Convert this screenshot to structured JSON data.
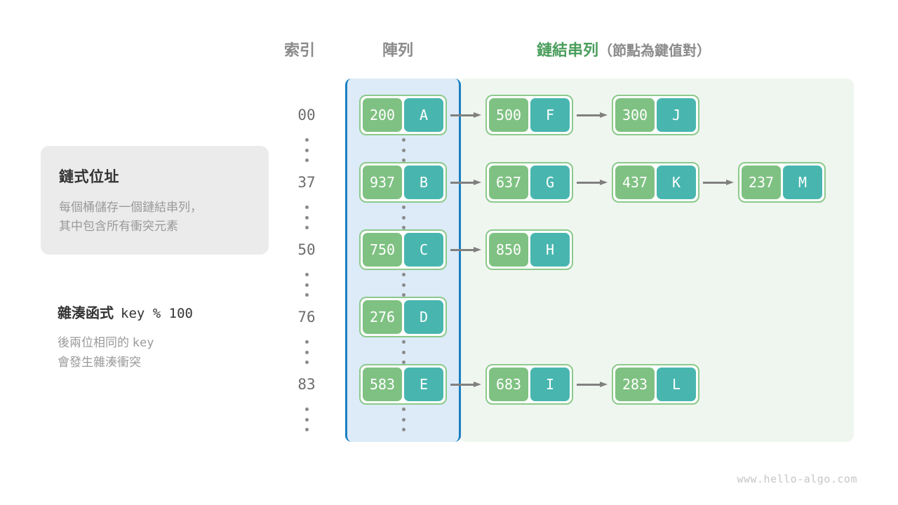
{
  "headers": {
    "index": "索引",
    "array": "陣列",
    "linked_list_main": "鏈結串列",
    "linked_list_sub": "（節點為鍵值對）"
  },
  "info_card": {
    "title": "鏈式位址",
    "line1": "每個桶儲存一個鏈結串列，",
    "line2": "其中包含所有衝突元素"
  },
  "hash_function": {
    "label": "雜湊函式",
    "expression": "key % 100",
    "note_line1_prefix": "後兩位相同的 ",
    "note_line1_mono": "key",
    "note_line2": "會發生雜湊衝突"
  },
  "colors": {
    "key_box": "#7fc182",
    "value_box": "#48b6af",
    "node_border": "#8cc98c",
    "array_panel_bg": "#dcebf7",
    "array_panel_border": "#1a7fc1",
    "bucket_panel_bg": "#eff6ef",
    "arrow": "#808080",
    "accent_green_text": "#4a9e5c",
    "muted_text": "#8b8b8b"
  },
  "ellipsis_glyph": "⋮",
  "rows": [
    {
      "index": "00",
      "nodes": [
        {
          "key": "200",
          "value": "A"
        },
        {
          "key": "500",
          "value": "F"
        },
        {
          "key": "300",
          "value": "J"
        }
      ]
    },
    {
      "index": "37",
      "nodes": [
        {
          "key": "937",
          "value": "B"
        },
        {
          "key": "637",
          "value": "G"
        },
        {
          "key": "437",
          "value": "K"
        },
        {
          "key": "237",
          "value": "M"
        }
      ]
    },
    {
      "index": "50",
      "nodes": [
        {
          "key": "750",
          "value": "C"
        },
        {
          "key": "850",
          "value": "H"
        }
      ]
    },
    {
      "index": "76",
      "nodes": [
        {
          "key": "276",
          "value": "D"
        }
      ]
    },
    {
      "index": "83",
      "nodes": [
        {
          "key": "583",
          "value": "E"
        },
        {
          "key": "683",
          "value": "I"
        },
        {
          "key": "283",
          "value": "L"
        }
      ]
    }
  ],
  "footer": {
    "url": "www.hello-algo.com"
  }
}
